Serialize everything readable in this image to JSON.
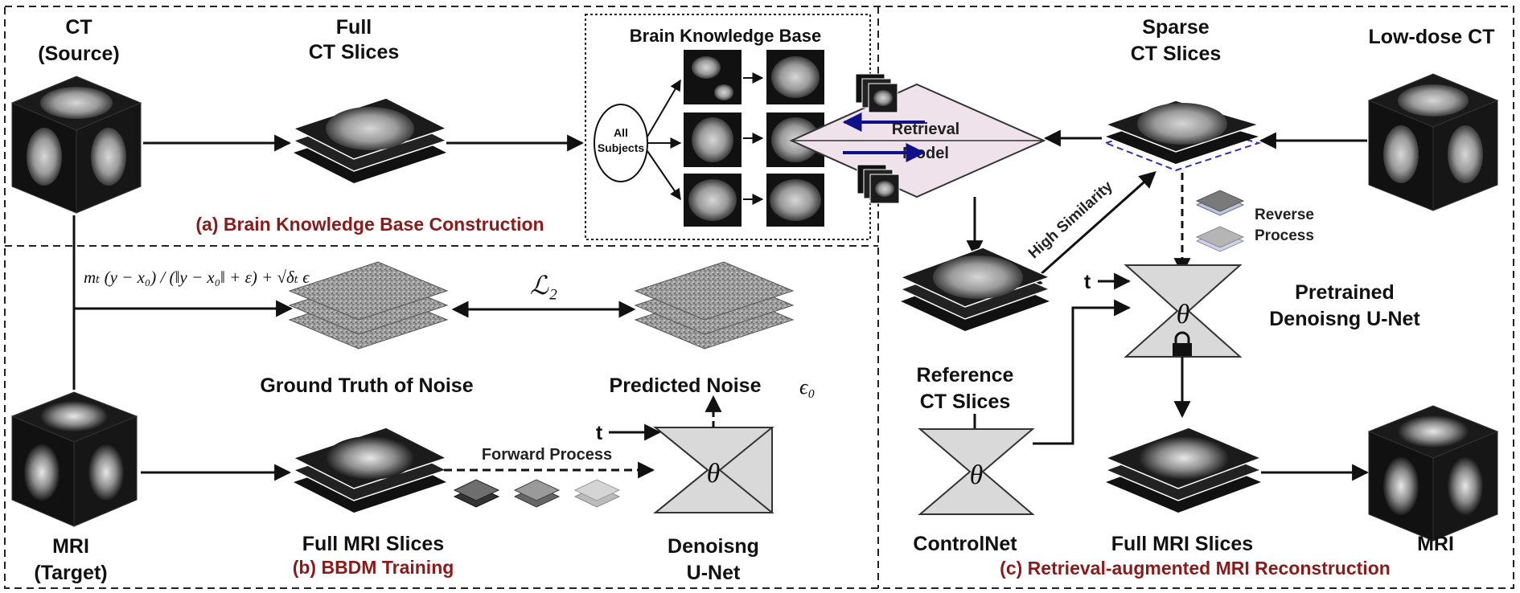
{
  "labels": {
    "ct_source_1": "CT",
    "ct_source_2": "(Source)",
    "full_ct_1": "Full",
    "full_ct_2": "CT Slices",
    "kb_title": "Brain Knowledge Base",
    "all_subjects_1": "All",
    "all_subjects_2": "Subjects",
    "panel_a": "(a) Brain Knowledge Base Construction",
    "retrieval_1": "Retrieval",
    "retrieval_2": "Model",
    "sparse_1": "Sparse",
    "sparse_2": "CT Slices",
    "low_dose": "Low-dose CT",
    "high_similarity": "High Similarity",
    "reverse_1": "Reverse",
    "reverse_2": "Process",
    "t_top": "t",
    "t_bottom": "t",
    "pretrained_1": "Pretrained",
    "pretrained_2": "Denoisng U-Net",
    "reference_1": "Reference",
    "reference_2": "CT Slices",
    "loss": "ℒ₂",
    "gt_noise": "Ground Truth of Noise",
    "pred_noise": "Predicted Noise",
    "pred_noise_sym": "ϵ₀",
    "forward": "Forward Process",
    "denoise_1": "Denoisng",
    "denoise_2": "U-Net",
    "mri_target_1": "MRI",
    "mri_target_2": "(Target)",
    "full_mri_left": "Full MRI Slices",
    "panel_b": "(b) BBDM Training",
    "controlnet": "ControlNet",
    "full_mri_right": "Full MRI Slices",
    "mri_out": "MRI",
    "panel_c": "(c) Retrieval-augmented MRI Reconstruction",
    "theta": "θ",
    "formula": "mₜ (y − x₀) / (‖y − x₀‖ + ε) + √δₜ ϵ"
  },
  "colors": {
    "panel_title": "#8b1a1a",
    "retrieval_fill": "#efe2ea",
    "unet_fill": "#d9d9d9",
    "blue_arrow": "#10108a"
  }
}
